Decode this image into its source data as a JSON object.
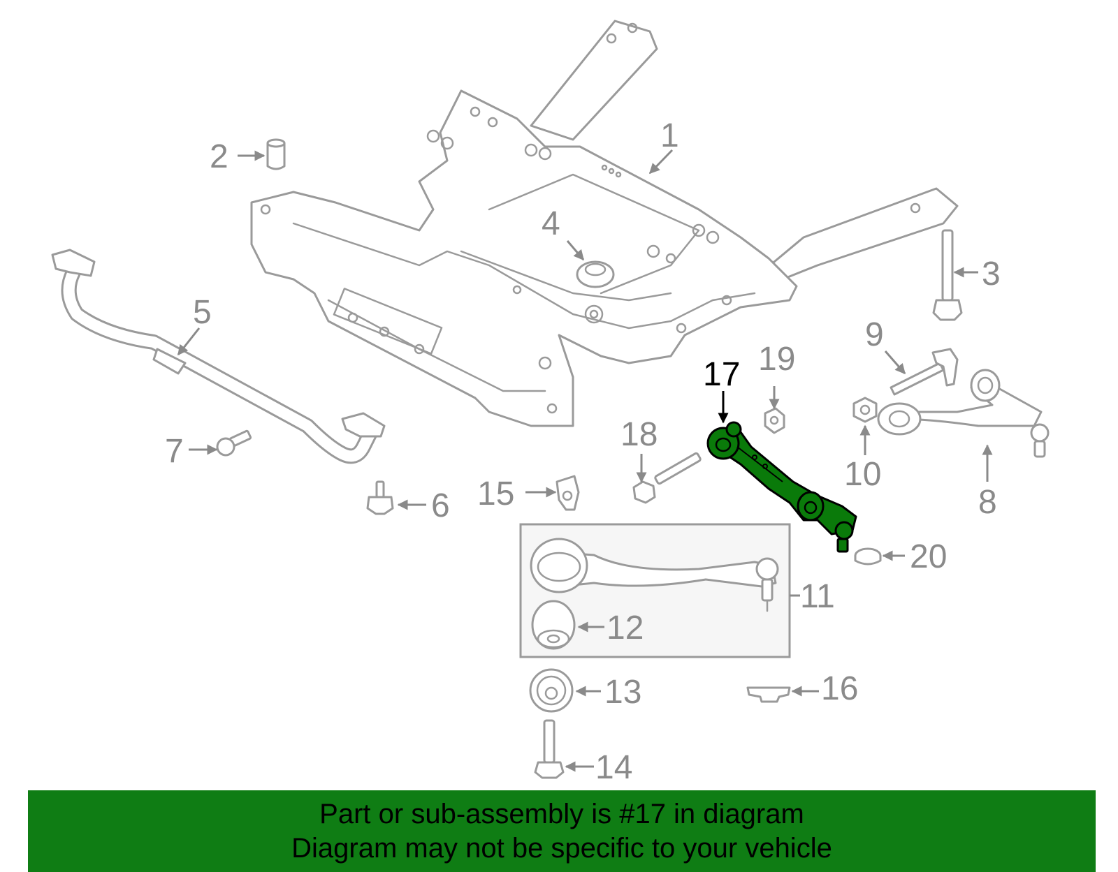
{
  "highlight_color": "#0f7d14",
  "highlighted_part": "17",
  "callouts": {
    "c1": "1",
    "c2": "2",
    "c3": "3",
    "c4": "4",
    "c5": "5",
    "c6": "6",
    "c7": "7",
    "c8": "8",
    "c9": "9",
    "c10": "10",
    "c11": "11",
    "c12": "12",
    "c13": "13",
    "c14": "14",
    "c15": "15",
    "c16": "16",
    "c17": "17",
    "c18": "18",
    "c19": "19",
    "c20": "20"
  },
  "footer": {
    "line1": "Part or sub-assembly is #17 in diagram",
    "line2": "Diagram may not be specific to your vehicle"
  }
}
